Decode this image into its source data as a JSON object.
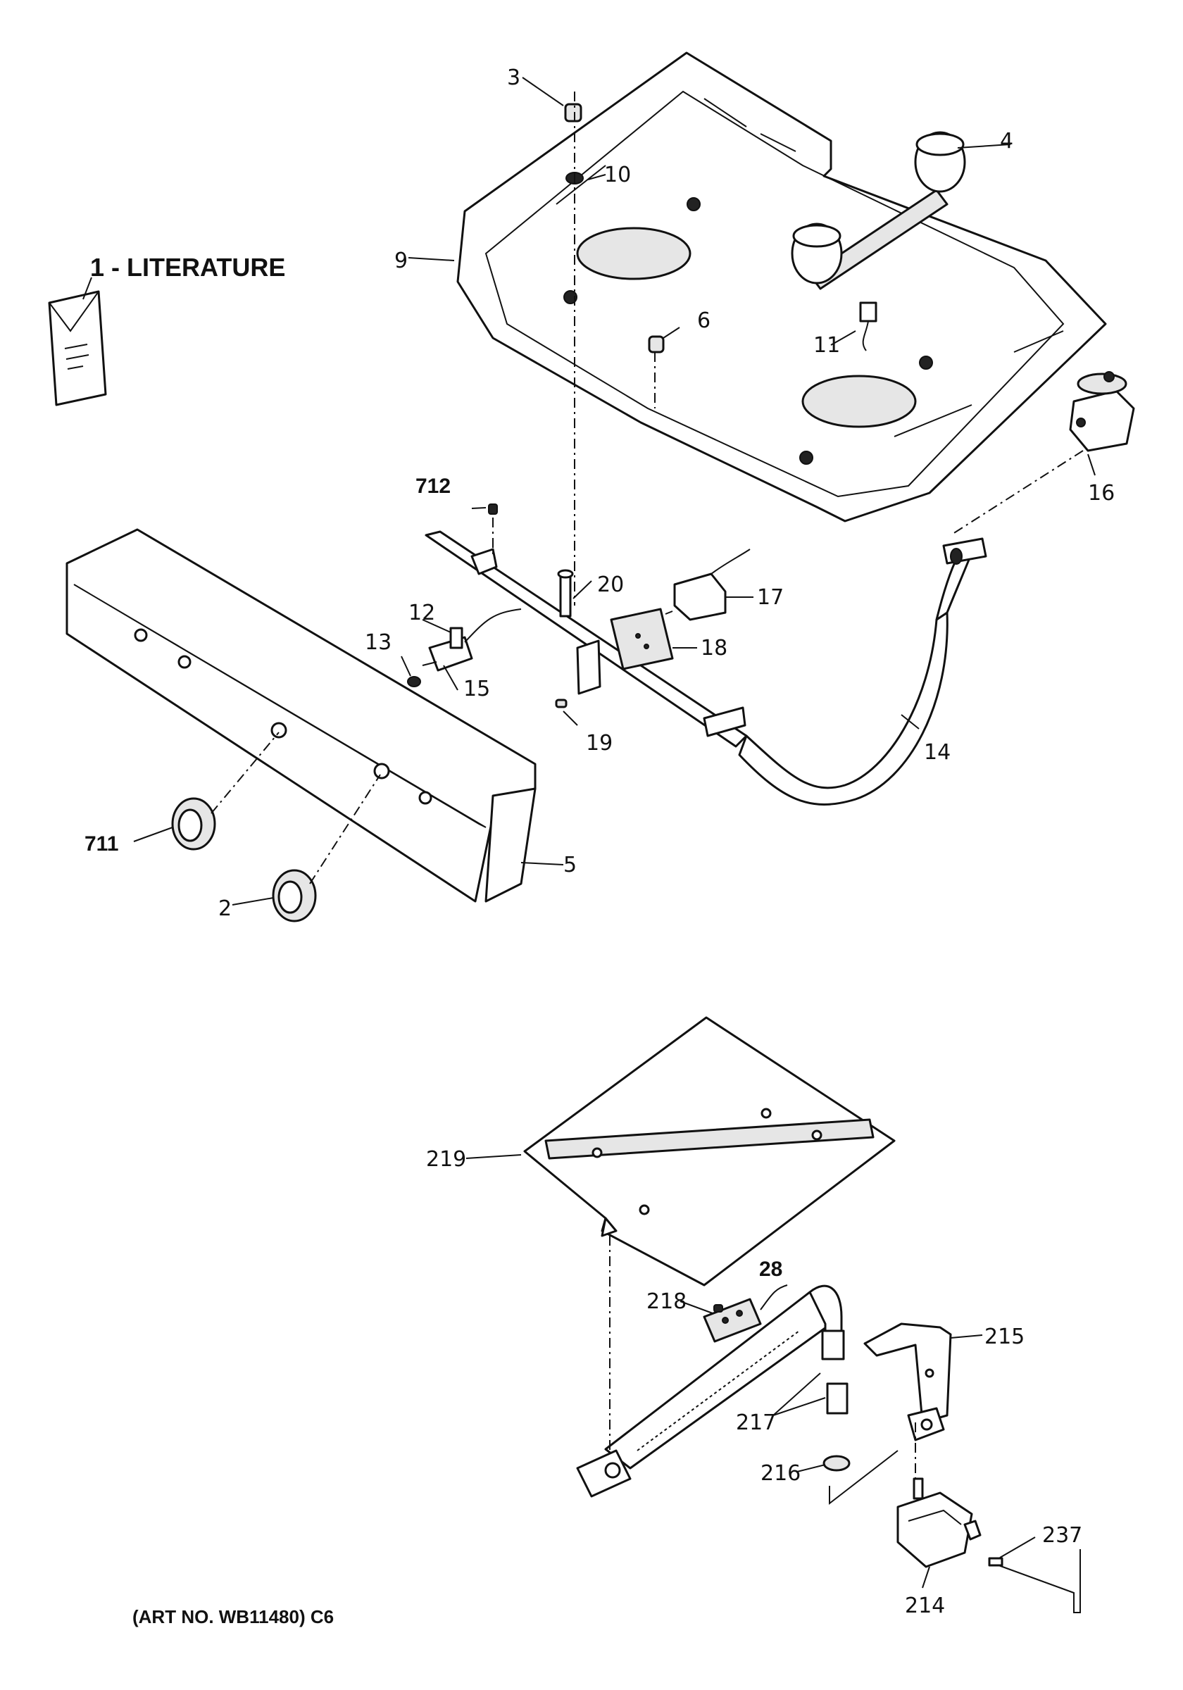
{
  "literature_label": "1 - LITERATURE",
  "art_number": "(ART NO. WB11480) C6",
  "callouts": {
    "c2": "2",
    "c3": "3",
    "c4": "4",
    "c5": "5",
    "c6": "6",
    "c9": "9",
    "c10": "10",
    "c11": "11",
    "c12": "12",
    "c13": "13",
    "c14": "14",
    "c15": "15",
    "c16": "16",
    "c17": "17",
    "c18": "18",
    "c19": "19",
    "c20": "20",
    "c28": "28",
    "c214": "214",
    "c215": "215",
    "c216": "216",
    "c217": "217",
    "c218": "218",
    "c219": "219",
    "c237": "237",
    "c711": "711",
    "c712": "712"
  }
}
